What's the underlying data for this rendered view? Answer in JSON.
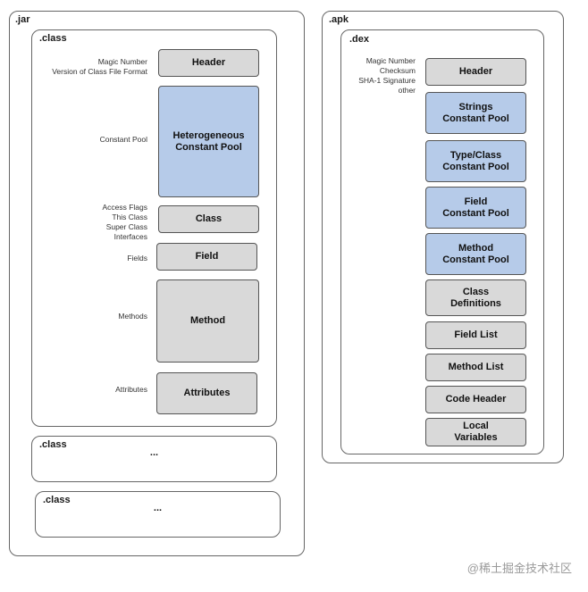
{
  "jar": {
    "title": ".jar",
    "class_main": {
      "title": ".class",
      "blocks": {
        "header": "Header",
        "pool": "Heterogeneous\nConstant Pool",
        "class": "Class",
        "field": "Field",
        "method": "Method",
        "attributes": "Attributes"
      },
      "notes": {
        "header": "Magic Number\nVersion of Class File Format",
        "pool": "Constant Pool",
        "class": "Access Flags\nThis Class\nSuper Class\nInterfaces",
        "field": "Fields",
        "method": "Methods",
        "attributes": "Attributes"
      }
    },
    "class_extra": [
      {
        "title": ".class",
        "dots": "..."
      },
      {
        "title": ".class",
        "dots": "..."
      }
    ]
  },
  "apk": {
    "title": ".apk",
    "dex": {
      "title": ".dex",
      "note": "Magic Number\nChecksum\nSHA-1 Signature\nother",
      "blocks": {
        "header": "Header",
        "strings": "Strings\nConstant Pool",
        "types": "Type/Class\nConstant Pool",
        "fields": "Field\nConstant Pool",
        "methods": "Method\nConstant Pool",
        "class_defs": "Class\nDefinitions",
        "field_list": "Field List",
        "method_list": "Method List",
        "code_header": "Code Header",
        "local_vars": "Local\nVariables"
      }
    }
  },
  "watermark": "@稀土掘金技术社区",
  "colors": {
    "gray_block": "#d9d9d9",
    "blue_block": "#b6cbe9",
    "border": "#555555"
  }
}
